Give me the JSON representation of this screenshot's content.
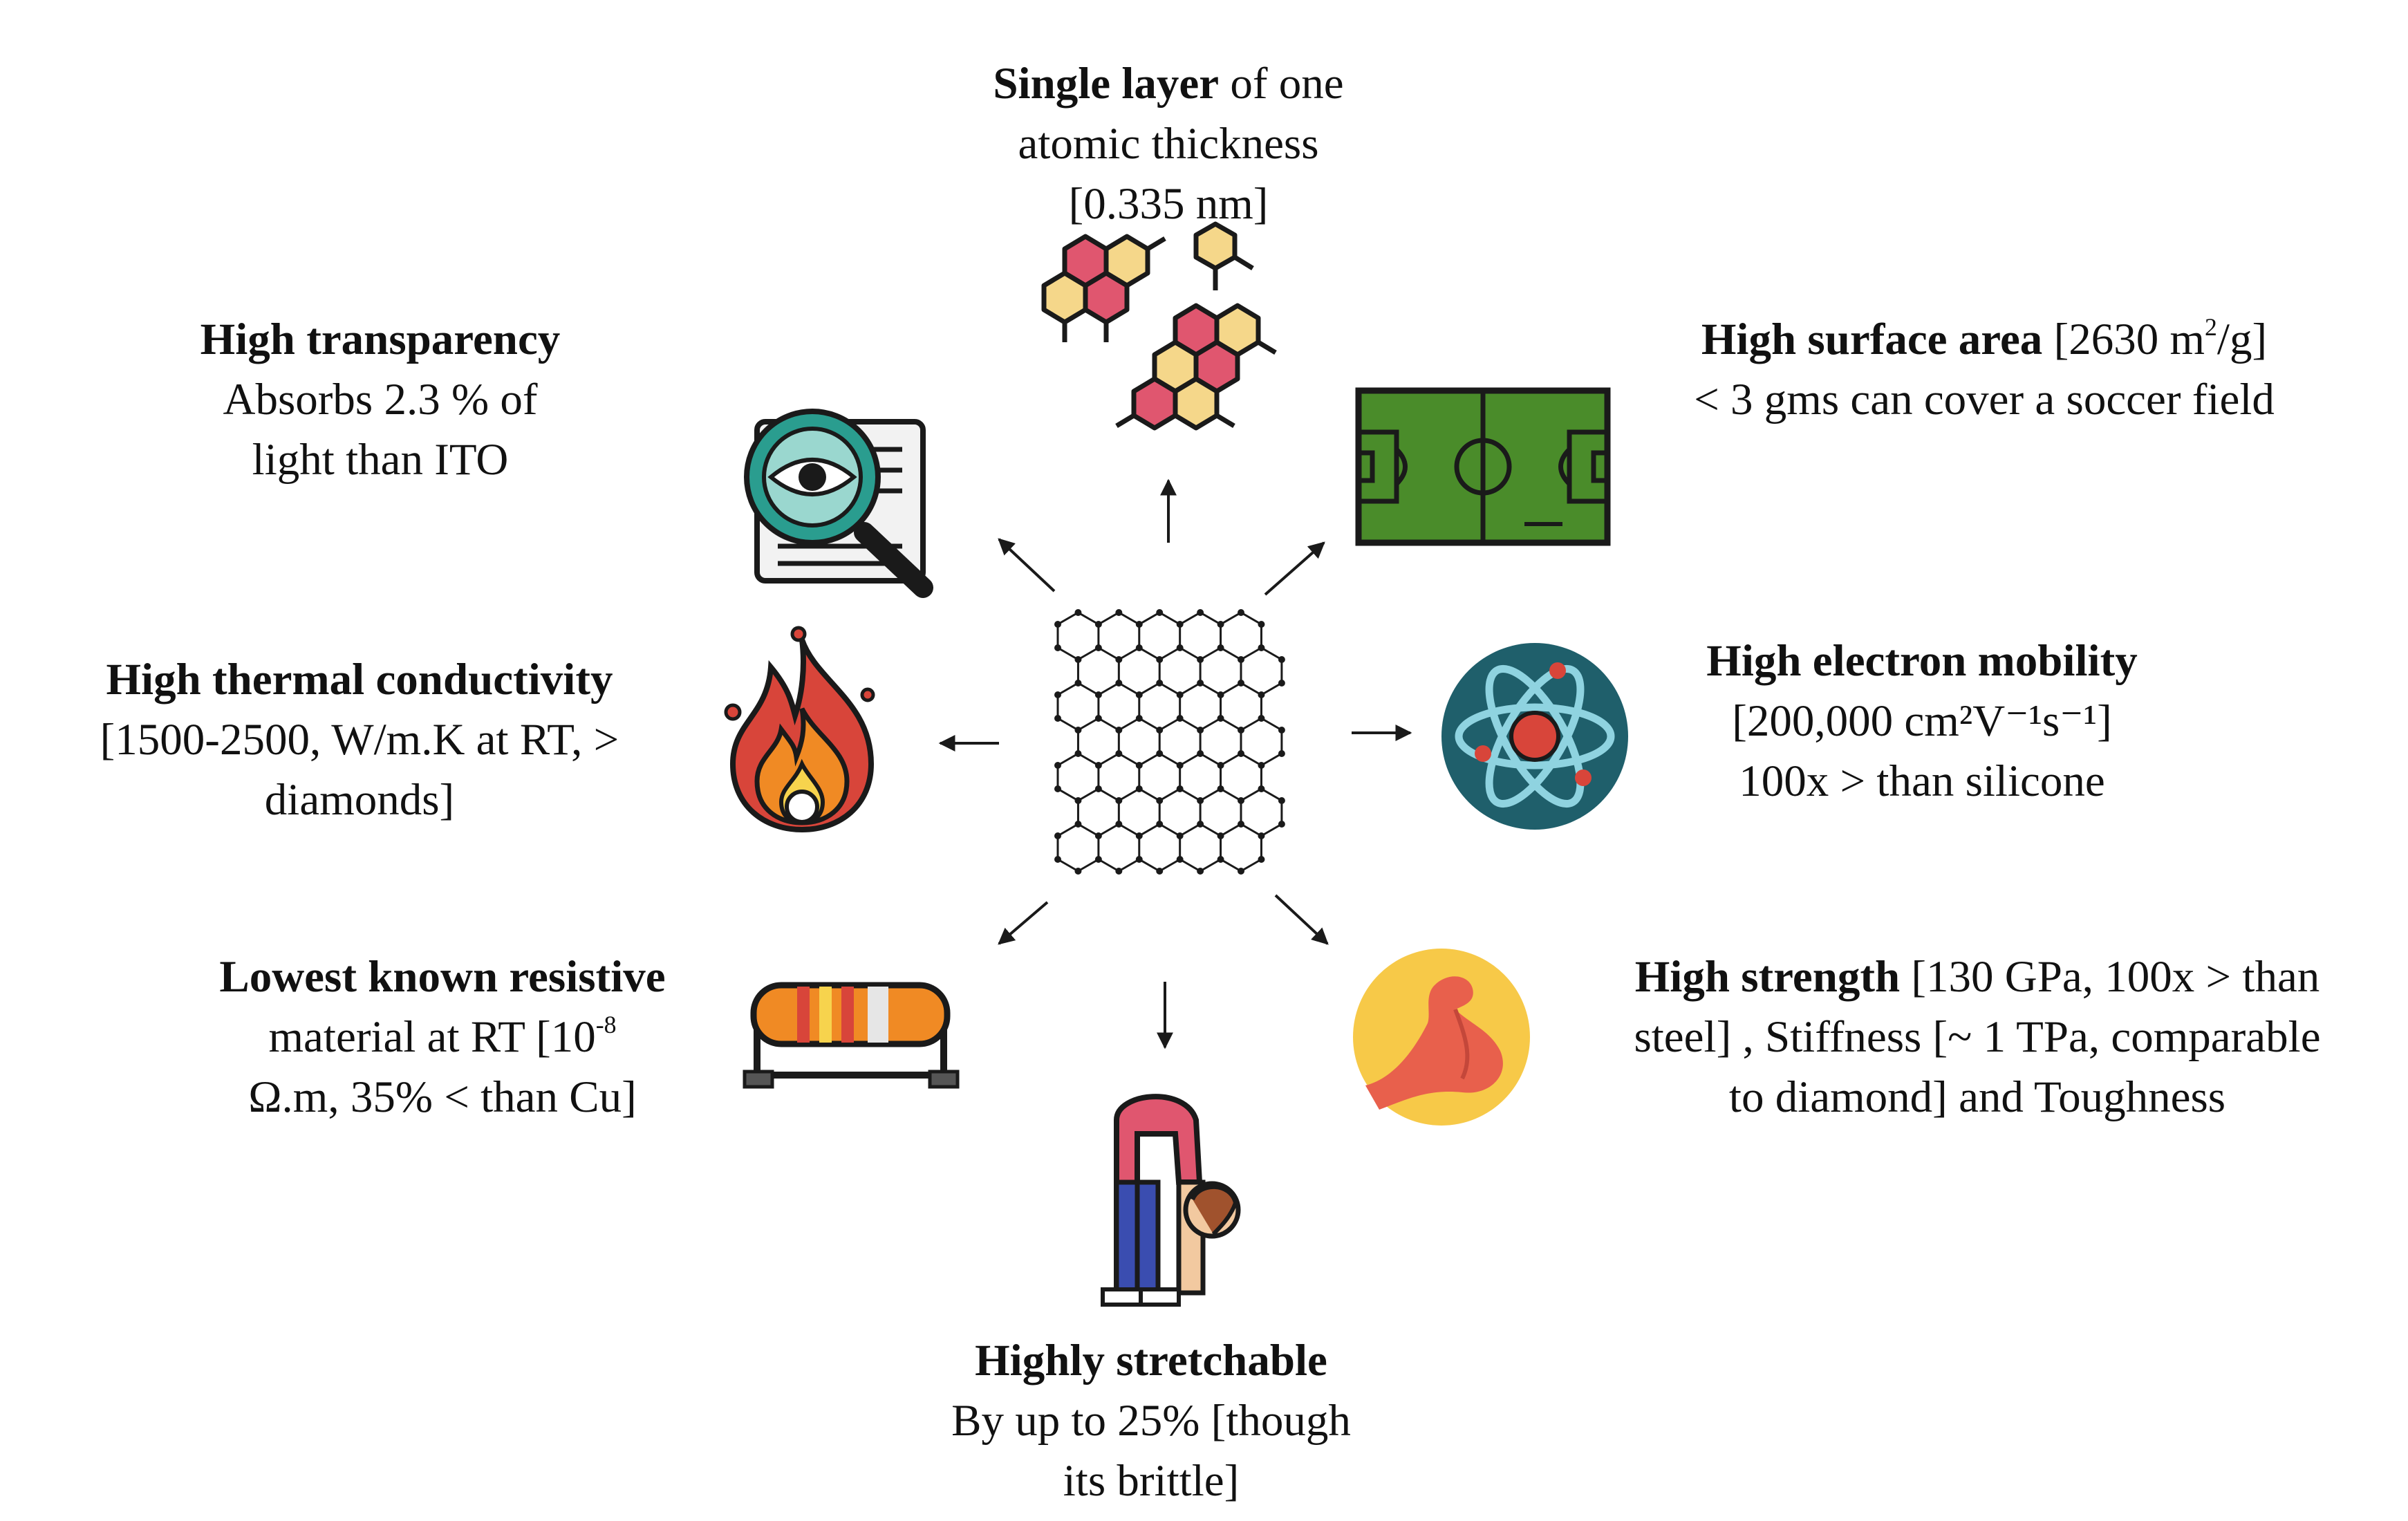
{
  "properties": [
    {
      "id": "single-layer",
      "icon": "honeycomb-molecules-icon",
      "lines": [
        {
          "bold": "Single layer",
          "rest": " of one"
        },
        {
          "text": "atomic thickness"
        },
        {
          "text": "[0.335 nm]"
        }
      ]
    },
    {
      "id": "transparency",
      "icon": "magnifier-eye-document-icon",
      "lines": [
        {
          "bold": "High transparency"
        },
        {
          "text": "Absorbs 2.3 % of"
        },
        {
          "text": "light than ITO"
        }
      ]
    },
    {
      "id": "surface-area",
      "icon": "soccer-field-icon",
      "lines": [
        {
          "bold": "High surface area",
          "pre": " [2630 m",
          "sup": "2",
          "post": "/g]"
        },
        {
          "text": "< 3 gms can cover a soccer field"
        }
      ]
    },
    {
      "id": "thermal",
      "icon": "fire-icon",
      "lines": [
        {
          "bold": "High thermal conductivity"
        },
        {
          "text": "[1500-2500, W/m.K at RT, >"
        },
        {
          "text": "diamonds]"
        }
      ]
    },
    {
      "id": "mobility",
      "icon": "atom-icon",
      "lines": [
        {
          "bold": "High electron mobility"
        },
        {
          "text": "[200,000 cm²V⁻¹s⁻¹]"
        },
        {
          "text": "100x > than silicone"
        }
      ]
    },
    {
      "id": "resistive",
      "icon": "resistor-icon",
      "lines": [
        {
          "bold": "Lowest known resistive"
        },
        {
          "pre": "material at RT [10",
          "sup": "-8",
          "post": ""
        },
        {
          "text": "Ω.m, 35% < than Cu]"
        }
      ]
    },
    {
      "id": "strength",
      "icon": "flexed-arm-icon",
      "lines": [
        {
          "bold": "High strength",
          "rest": " [130 GPa, 100x > than"
        },
        {
          "text": "steel] , Stiffness [~ 1 TPa, comparable"
        },
        {
          "text": "to diamond] and Toughness"
        }
      ]
    },
    {
      "id": "stretchable",
      "icon": "stretching-person-icon",
      "lines": [
        {
          "bold": "Highly stretchable"
        },
        {
          "text": "By up to 25% [though"
        },
        {
          "text": "its brittle]"
        }
      ]
    }
  ],
  "center": {
    "icon": "graphene-lattice-icon"
  },
  "colors": {
    "ink": "#1a1a1a",
    "teal": "#1f8a83",
    "pink": "#e0566f",
    "yellow": "#f5d78a",
    "green": "#4a8c2a",
    "orange": "#f08a24",
    "red": "#d8453a"
  }
}
